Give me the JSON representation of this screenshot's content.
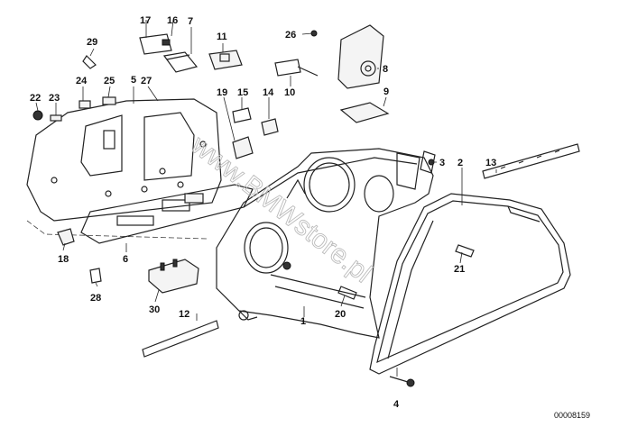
{
  "diagram": {
    "reference_number": "00008159",
    "watermark": "www.BMWstore.pl",
    "callouts": [
      {
        "id": "c1",
        "label": "1"
      },
      {
        "id": "c2",
        "label": "2"
      },
      {
        "id": "c3",
        "label": "3"
      },
      {
        "id": "c4",
        "label": "4"
      },
      {
        "id": "c5",
        "label": "5"
      },
      {
        "id": "c6",
        "label": "6"
      },
      {
        "id": "c7",
        "label": "7"
      },
      {
        "id": "c8",
        "label": "8"
      },
      {
        "id": "c9",
        "label": "9"
      },
      {
        "id": "c10",
        "label": "10"
      },
      {
        "id": "c11",
        "label": "11"
      },
      {
        "id": "c12",
        "label": "12"
      },
      {
        "id": "c13",
        "label": "13"
      },
      {
        "id": "c14",
        "label": "14"
      },
      {
        "id": "c15",
        "label": "15"
      },
      {
        "id": "c16",
        "label": "16"
      },
      {
        "id": "c17",
        "label": "17"
      },
      {
        "id": "c18",
        "label": "18"
      },
      {
        "id": "c19",
        "label": "19"
      },
      {
        "id": "c20",
        "label": "20"
      },
      {
        "id": "c21",
        "label": "21"
      },
      {
        "id": "c22",
        "label": "22"
      },
      {
        "id": "c23",
        "label": "23"
      },
      {
        "id": "c24",
        "label": "24"
      },
      {
        "id": "c25",
        "label": "25"
      },
      {
        "id": "c26",
        "label": "26"
      },
      {
        "id": "c27",
        "label": "27"
      },
      {
        "id": "c28",
        "label": "28"
      },
      {
        "id": "c29",
        "label": "29"
      },
      {
        "id": "c30",
        "label": "30"
      }
    ]
  }
}
